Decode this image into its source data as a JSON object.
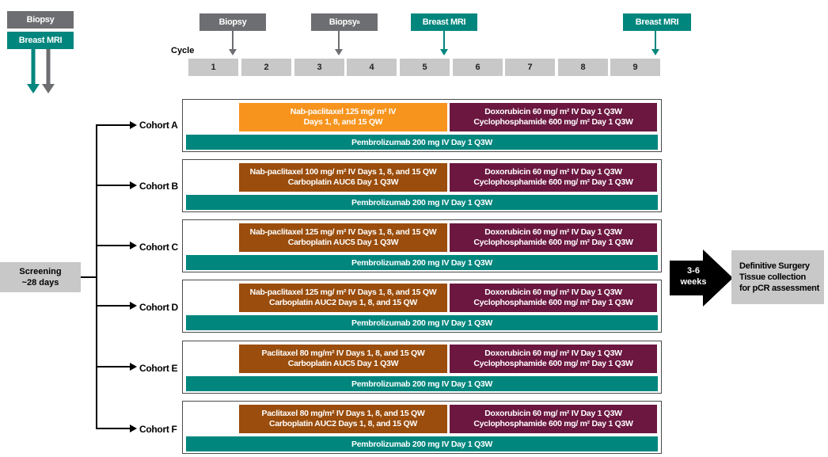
{
  "top_left": {
    "biopsy": "Biopsy",
    "breast_mri": "Breast MRI"
  },
  "schedule": {
    "biopsy_1": "Biopsy",
    "biopsy_2": "Biopsy",
    "biopsy_2_sup": "a",
    "mri_1": "Breast MRI",
    "mri_2": "Breast MRI",
    "cycle_label": "Cycle",
    "cycles": [
      "1",
      "2",
      "3",
      "4",
      "5",
      "6",
      "7",
      "8",
      "9"
    ]
  },
  "screening": {
    "line1": "Screening",
    "line2": "~28 days"
  },
  "cohorts": [
    {
      "label": "Cohort A",
      "chemo1": [
        "Nab-paclitaxel 125 mg/ m² IV",
        "Days 1, 8, and 15 QW"
      ],
      "chemo2": [
        "Doxorubicin 60 mg/ m² IV Day 1 Q3W",
        "Cyclophosphamide 600 mg/ m² Day 1 Q3W"
      ],
      "pembro": "Pembrolizumab 200 mg IV Day 1 Q3W"
    },
    {
      "label": "Cohort B",
      "chemo1": [
        "Nab-paclitaxel 100 mg/ m² IV Days 1, 8, and 15 QW",
        "Carboplatin AUC6 Day 1 Q3W"
      ],
      "chemo2": [
        "Doxorubicin 60 mg/ m² IV Day 1 Q3W",
        "Cyclophosphamide 600 mg/ m² Day 1 Q3W"
      ],
      "pembro": "Pembrolizumab 200 mg IV Day 1 Q3W"
    },
    {
      "label": "Cohort C",
      "chemo1": [
        "Nab-paclitaxel 125 mg/ m² IV Days 1, 8, and 15 QW",
        "Carboplatin AUC5 Day 1 Q3W"
      ],
      "chemo2": [
        "Doxorubicin 60 mg/ m² IV Day 1 Q3W",
        "Cyclophosphamide 600 mg/ m² Day 1 Q3W"
      ],
      "pembro": "Pembrolizumab 200 mg IV Day 1 Q3W"
    },
    {
      "label": "Cohort D",
      "chemo1": [
        "Nab-paclitaxel 125 mg/ m² IV Days 1, 8, and 15 QW",
        "Carboplatin AUC2 Days 1, 8, and 15 QW"
      ],
      "chemo2": [
        "Doxorubicin 60 mg/ m² IV Day 1 Q3W",
        "Cyclophosphamide 600 mg/ m² Day 1 Q3W"
      ],
      "pembro": "Pembrolizumab 200 mg IV Day 1 Q3W"
    },
    {
      "label": "Cohort E",
      "chemo1": [
        "Paclitaxel 80 mg/m² IV Days 1, 8, and 15 QW",
        "Carboplatin AUC5 Day 1 Q3W"
      ],
      "chemo2": [
        "Doxorubicin 60 mg/ m² IV Day 1 Q3W",
        "Cyclophosphamide 600 mg/ m² Day 1 Q3W"
      ],
      "pembro": "Pembrolizumab 200 mg IV Day 1 Q3W"
    },
    {
      "label": "Cohort F",
      "chemo1": [
        "Paclitaxel 80 mg/m² IV Days 1, 8, and 15 QW",
        "Carboplatin AUC2 Days 1, 8, and 15 QW"
      ],
      "chemo2": [
        "Doxorubicin 60 mg/ m² IV Day 1 Q3W",
        "Cyclophosphamide 600 mg/ m² Day 1 Q3W"
      ],
      "pembro": "Pembrolizumab 200 mg IV Day 1 Q3W"
    }
  ],
  "interval": {
    "line1": "3-6",
    "line2": "weeks"
  },
  "surgery": {
    "line1": "Definitive Surgery",
    "line2": "Tissue collection",
    "line3": "for pCR assessment"
  },
  "colors": {
    "grey_tag": "#6d6e71",
    "teal": "#00867d",
    "orange": "#f7941d",
    "brown": "#9a4d0c",
    "maroon": "#6b1740",
    "cycle_grey": "#c8c8c8"
  }
}
